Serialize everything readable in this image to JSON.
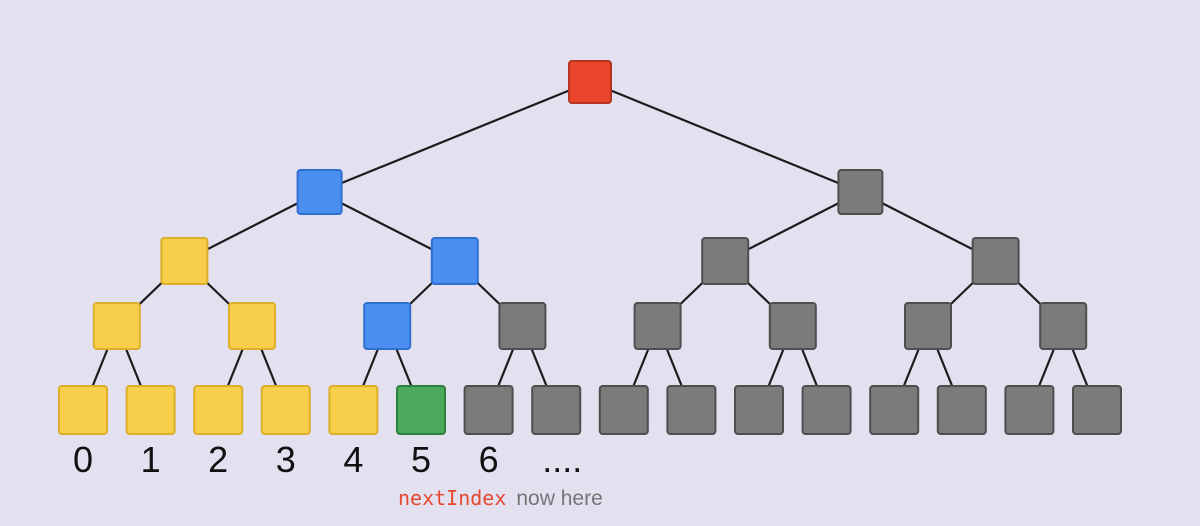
{
  "colors": {
    "background": "#e3e0f0",
    "edge": "#1c1c1c",
    "root": "#e8452c",
    "path": "#4a8ff0",
    "filled": "#f8cf4a",
    "next": "#4caa5c",
    "empty": "#7b7b7b",
    "highlight_label": "#e4492f",
    "caption_secondary": "#757575"
  },
  "tree": {
    "depth": 4,
    "leaf_count": 16,
    "node_states": {
      "root": "root",
      "0": "path",
      "1": "empty",
      "00": "filled",
      "01": "path",
      "10": "empty",
      "11": "empty",
      "000": "filled",
      "001": "filled",
      "010": "path",
      "011": "empty",
      "100": "empty",
      "101": "empty",
      "110": "empty",
      "111": "empty",
      "0000": "filled",
      "0001": "filled",
      "0010": "filled",
      "0011": "filled",
      "0100": "filled",
      "0101": "next",
      "0110": "empty",
      "0111": "empty",
      "1000": "empty",
      "1001": "empty",
      "1010": "empty",
      "1011": "empty",
      "1100": "empty",
      "1101": "empty",
      "1110": "empty",
      "1111": "empty"
    }
  },
  "leaf_labels": [
    {
      "text": "0",
      "leaf": 0,
      "highlight": false
    },
    {
      "text": "1",
      "leaf": 1,
      "highlight": false
    },
    {
      "text": "2",
      "leaf": 2,
      "highlight": false
    },
    {
      "text": "3",
      "leaf": 3,
      "highlight": false
    },
    {
      "text": "4",
      "leaf": 4,
      "highlight": false
    },
    {
      "text": "5",
      "leaf": 5,
      "highlight": true
    },
    {
      "text": "6",
      "leaf": 6,
      "highlight": false
    },
    {
      "text": "....",
      "leaf": 7,
      "highlight": false
    }
  ],
  "caption": {
    "code": "nextIndex",
    "text": "now here"
  }
}
